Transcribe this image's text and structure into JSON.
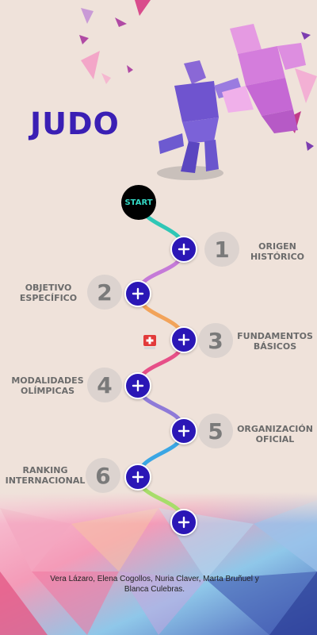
{
  "title": "JUDO",
  "start_label": "START",
  "steps": [
    {
      "number": "1",
      "label": "ORIGEN\nHISTÓRICO"
    },
    {
      "number": "2",
      "label": "OBJETIVO\nESPECÍFICO"
    },
    {
      "number": "3",
      "label": "FUNDAMENTOS\nBÁSICOS"
    },
    {
      "number": "4",
      "label": "MODALIDADES\nOLÍMPICAS"
    },
    {
      "number": "5",
      "label": "ORGANIZACIÓN\nOFICIAL"
    },
    {
      "number": "6",
      "label": "RANKING\nINTERNACIONAL"
    }
  ],
  "credits": "Vera Lázaro, Elena Cogollos, Nuria Claver, Marta Bruñuel y Blanca Culebras.",
  "colors": {
    "background": "#efe2da",
    "title": "#3a1fb4",
    "plus_button": "#2b17b6",
    "start_text": "#33d8c4",
    "number_circle": "#dcd3cf",
    "label_text": "#6b6b6b"
  },
  "icons": {
    "plus": "plus-icon",
    "medkit": "first-aid-kit-icon",
    "hero": "judo-throw-illustration"
  }
}
